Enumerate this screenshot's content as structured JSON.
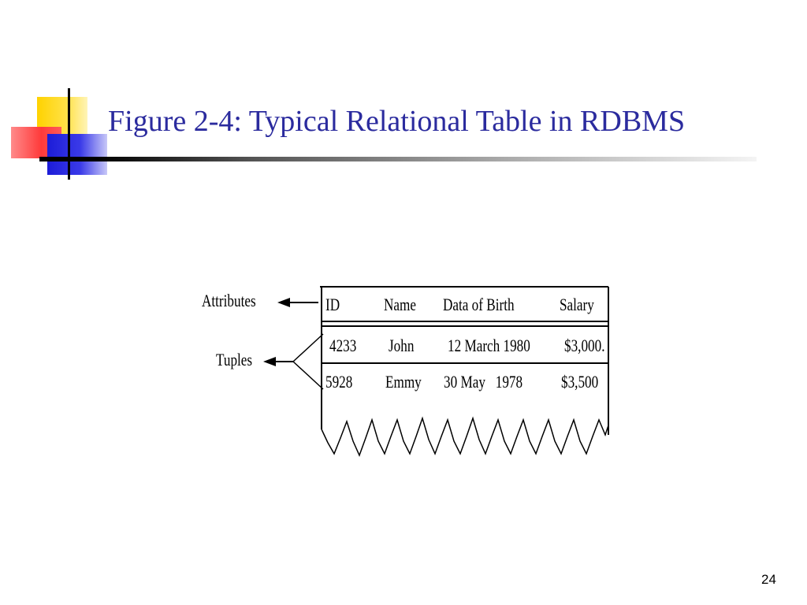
{
  "slide": {
    "title": "Figure 2-4: Typical Relational Table in RDBMS",
    "page_number": "24"
  },
  "figure": {
    "labels": {
      "attributes": "Attributes",
      "tuples": "Tuples"
    },
    "table": {
      "headers": [
        "ID",
        "Name",
        "Data of Birth",
        "Salary"
      ],
      "rows": [
        [
          "4233",
          "John",
          "12 March 1980",
          "$3,000."
        ],
        [
          "5928",
          "Emmy",
          "30 May   1978",
          "$3,500"
        ]
      ]
    }
  }
}
